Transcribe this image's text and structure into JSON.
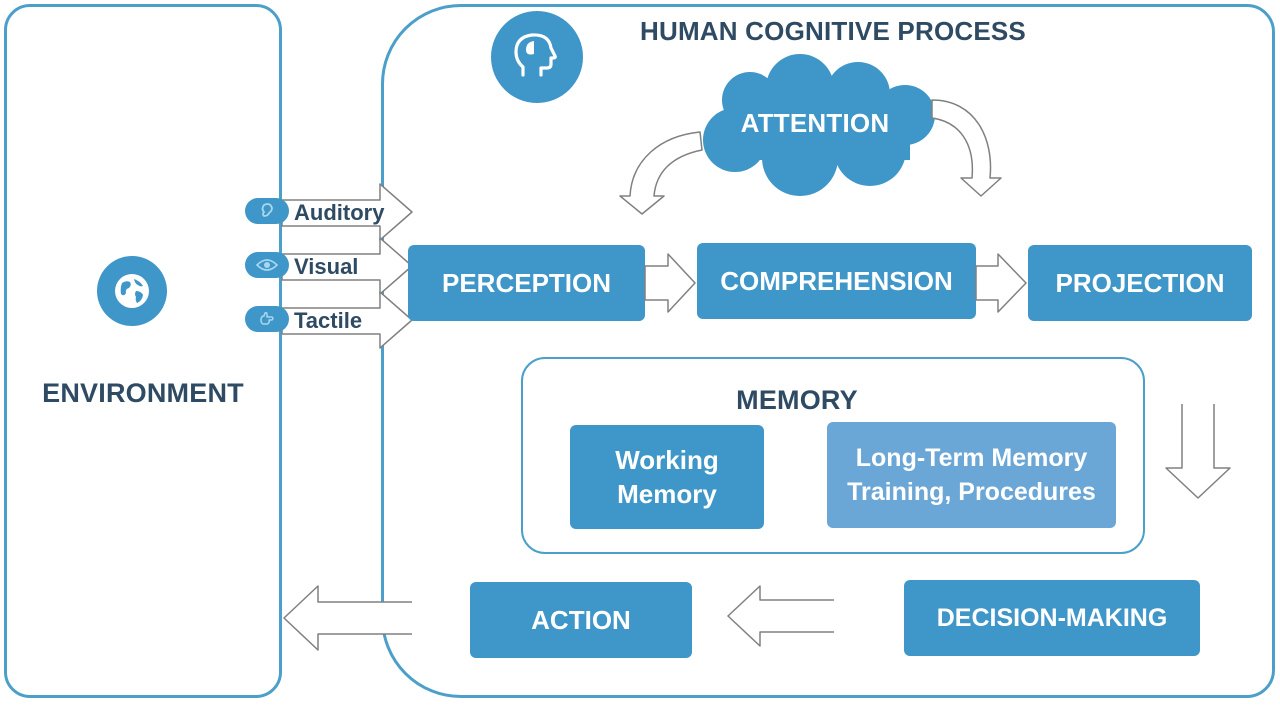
{
  "environment": {
    "title": "ENVIRONMENT",
    "icon": "globe-icon"
  },
  "cognitive_process": {
    "title": "HUMAN COGNITIVE PROCESS",
    "icon": "head-icon"
  },
  "attention": {
    "label": "ATTENTION"
  },
  "senses": [
    {
      "label": "Auditory",
      "icon": "ear-icon"
    },
    {
      "label": "Visual",
      "icon": "eye-icon"
    },
    {
      "label": "Tactile",
      "icon": "hand-icon"
    }
  ],
  "stages": {
    "perception": "PERCEPTION",
    "comprehension": "COMPREHENSION",
    "projection": "PROJECTION",
    "decision_making": "DECISION-MAKING",
    "action": "ACTION"
  },
  "memory": {
    "title": "MEMORY",
    "working_line1": "Working",
    "working_line2": "Memory",
    "longterm_line1": "Long-Term Memory",
    "longterm_line2": "Training, Procedures"
  },
  "colors": {
    "primary": "#3f96c8",
    "secondary": "#6aa6d6",
    "outline": "#4b9fc9",
    "heading": "#2f4a63"
  }
}
